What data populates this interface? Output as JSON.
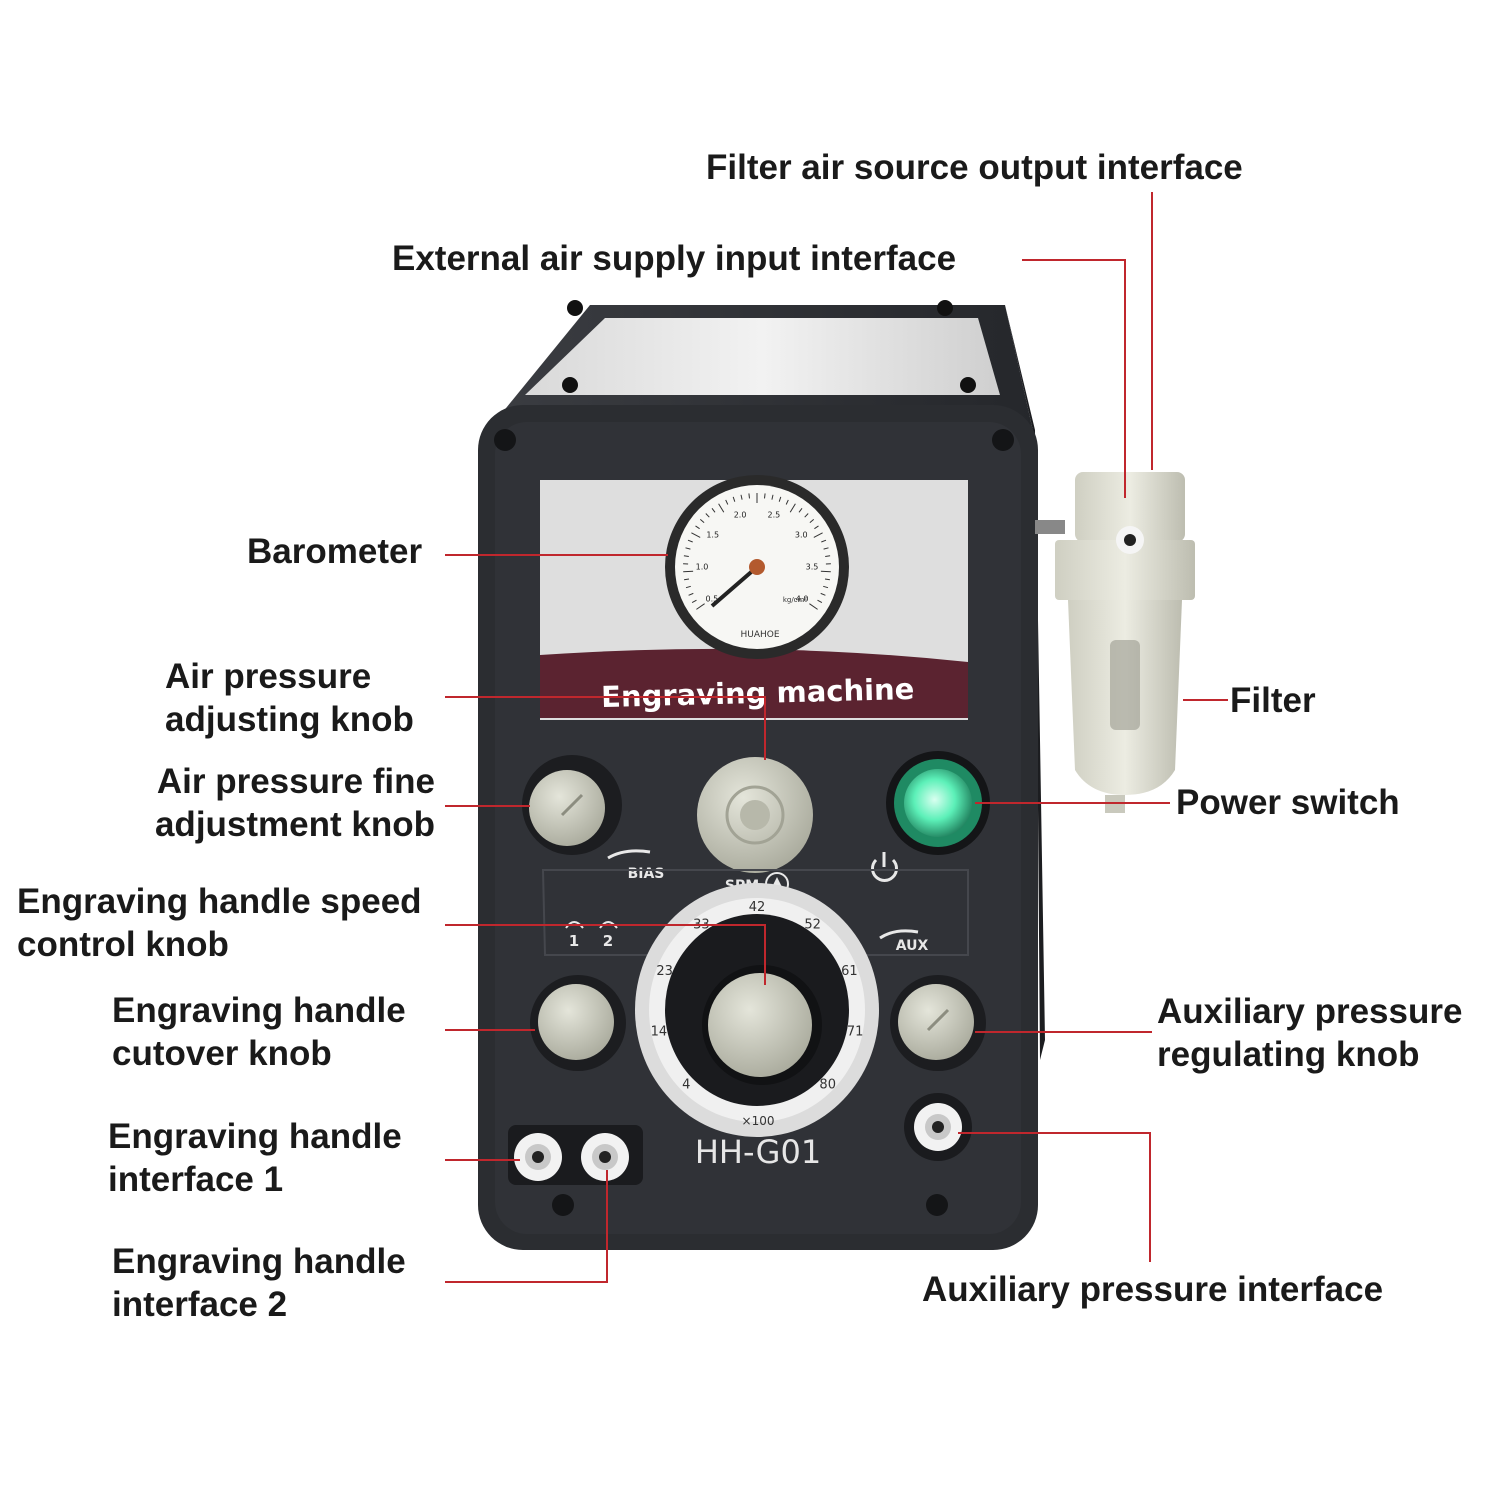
{
  "labels": {
    "filter_output": "Filter air source output interface",
    "external_air": "External air supply input interface",
    "barometer": "Barometer",
    "air_pressure_adjusting": [
      "Air pressure",
      "adjusting knob"
    ],
    "air_pressure_fine": [
      "Air pressure fine",
      "adjustment knob"
    ],
    "handle_speed": [
      "Engraving handle speed",
      "control knob"
    ],
    "handle_cutover": [
      "Engraving handle",
      "cutover knob"
    ],
    "handle_interface_1": [
      "Engraving handle",
      "interface 1"
    ],
    "handle_interface_2": [
      "Engraving handle",
      "interface 2"
    ],
    "filter": "Filter",
    "power_switch": "Power switch",
    "aux_regulating": [
      "Auxiliary pressure",
      "regulating knob"
    ],
    "aux_interface": "Auxiliary pressure interface"
  },
  "panel": {
    "banner": "Engraving machine",
    "model": "HH-G01",
    "bias": "BIAS",
    "spm": "SPM",
    "aux": "AUX",
    "handle_1": "1",
    "handle_2": "2",
    "multiplier": "×100",
    "dial_marks": [
      "4",
      "14",
      "23",
      "33",
      "42",
      "52",
      "61",
      "71",
      "80"
    ],
    "gauge_brand": "HUAHOE",
    "gauge_unit": "kg/cm²",
    "gauge_marks": [
      "0.5",
      "1.0",
      "1.5",
      "2.0",
      "2.5",
      "3.0",
      "3.5",
      "4.0"
    ]
  },
  "colors": {
    "leader": "#c0272d",
    "body": "#2b2d31",
    "banner": "#5b2330",
    "knob": "#c9cabd",
    "power_led": "#5cf0b8"
  }
}
